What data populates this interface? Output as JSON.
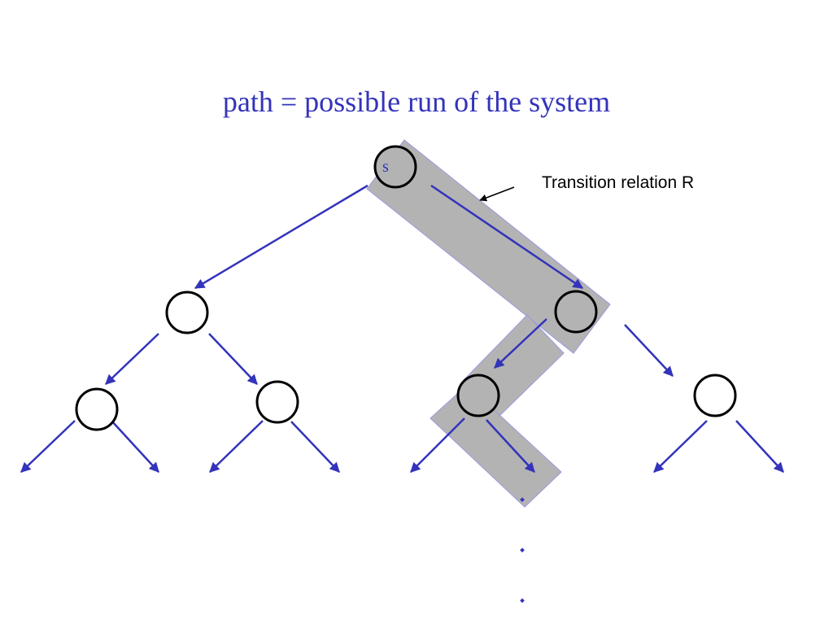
{
  "slide": {
    "title": "path = possible run of the system"
  },
  "diagram": {
    "root_label": "s",
    "annotation": "Transition relation R",
    "colors": {
      "edge": "#3333bb",
      "highlight": "#b3b3b3",
      "node_stroke": "#000000",
      "title": "#3333bb"
    }
  }
}
